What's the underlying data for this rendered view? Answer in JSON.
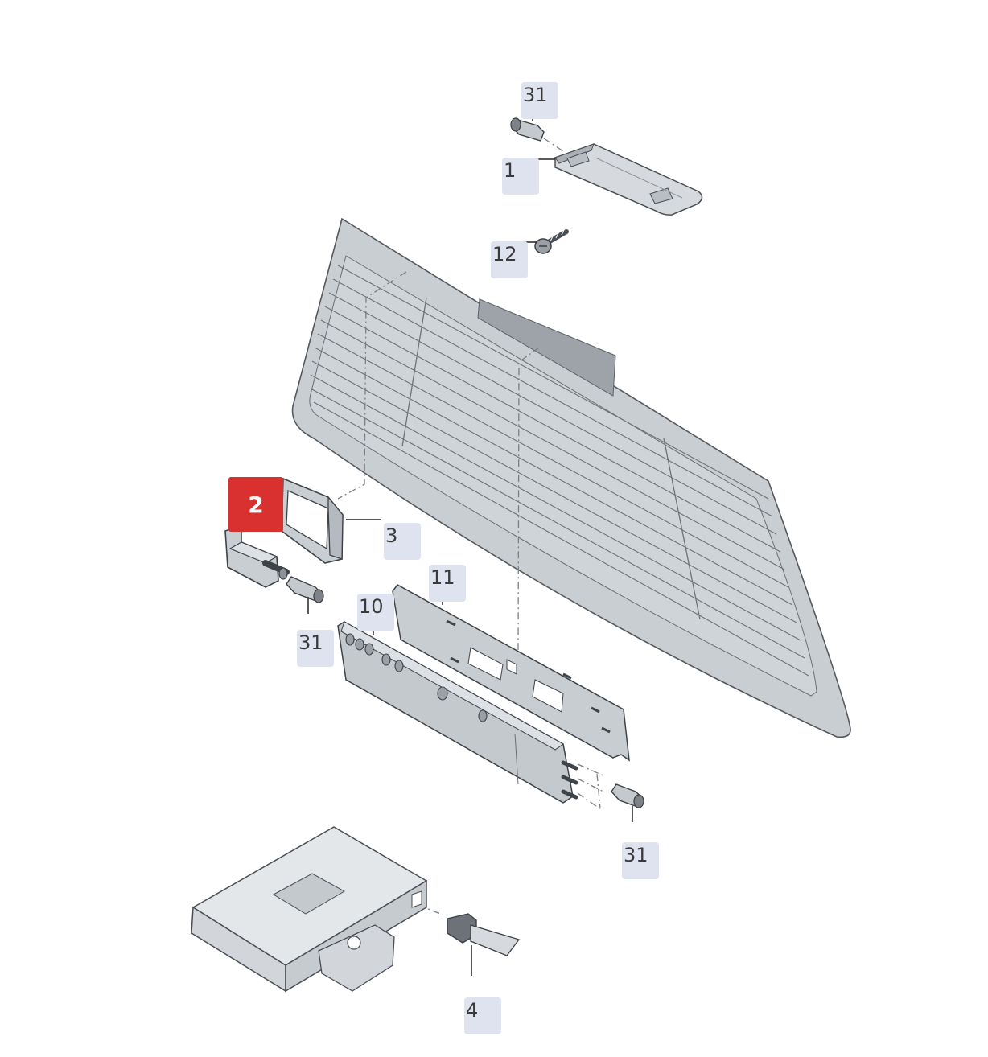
{
  "colors": {
    "callout_bg": "#dfe3f0",
    "callout_text": "#3a3a3a",
    "highlight_bg": "#d93030",
    "highlight_text": "#ffffff",
    "part_fill": "#c7ccd1",
    "part_fill_light": "#dde1e5",
    "part_stroke": "#4a4f55",
    "leader_line": "#222222"
  },
  "callouts": [
    {
      "id": "c31_top",
      "label": "31"
    },
    {
      "id": "c1",
      "label": "1"
    },
    {
      "id": "c12",
      "label": "12"
    },
    {
      "id": "c3",
      "label": "3"
    },
    {
      "id": "c11",
      "label": "11"
    },
    {
      "id": "c10",
      "label": "10"
    },
    {
      "id": "c31_left",
      "label": "31"
    },
    {
      "id": "c31_right",
      "label": "31"
    },
    {
      "id": "c4",
      "label": "4"
    }
  ],
  "highlighted_callout": {
    "label": "2"
  },
  "parts": [
    {
      "name": "rear-window-glass-icon"
    },
    {
      "name": "brake-light-housing-icon"
    },
    {
      "name": "bolt-icon"
    },
    {
      "name": "mounting-bracket-icon"
    },
    {
      "name": "bracket-arm-icon"
    },
    {
      "name": "cover-plate-icon"
    },
    {
      "name": "connector-strip-icon"
    },
    {
      "name": "control-unit-icon"
    },
    {
      "name": "plug-connector-icon"
    },
    {
      "name": "bulb-socket-icon"
    }
  ]
}
